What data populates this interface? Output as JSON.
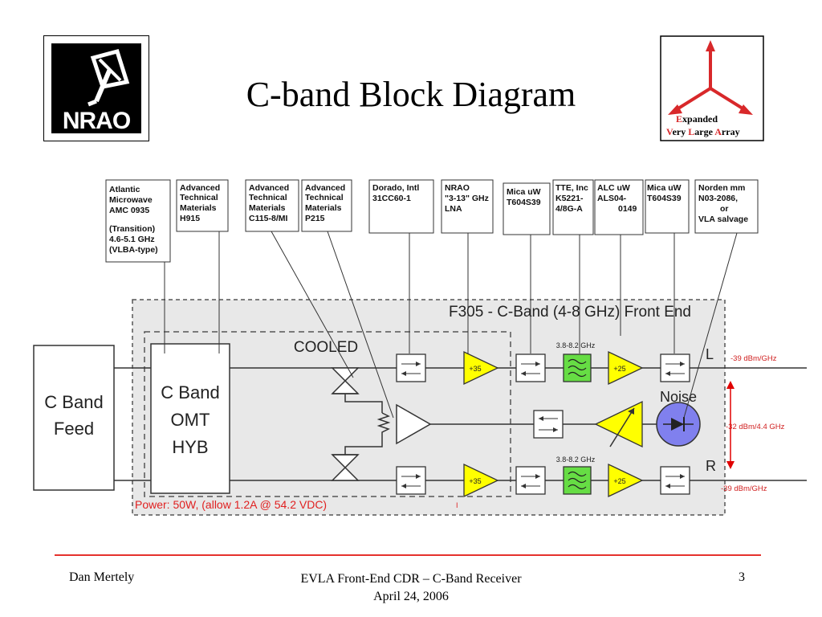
{
  "title": "C-band Block Diagram",
  "logos": {
    "nrao_text": "NRAO",
    "evla_text": [
      "Expanded",
      "Very Large Array"
    ]
  },
  "component_labels": [
    [
      "Atlantic",
      "Microwave",
      "AMC 0935",
      "(Transition)",
      "4.6-5.1 GHz",
      "(VLBA-type)"
    ],
    [
      "Advanced",
      "Technical",
      "Materials",
      "H915"
    ],
    [
      "Advanced",
      "Technical",
      "Materials",
      "C115-8/MI"
    ],
    [
      "Advanced",
      "Technical",
      "Materials",
      "P215"
    ],
    [
      "Dorado, Intl",
      "31CC60-1"
    ],
    [
      "NRAO",
      "\"3-13\" GHz",
      "LNA"
    ],
    [
      "Mica uW",
      "T604S39"
    ],
    [
      "TTE, Inc",
      "K5221-",
      "4/8G-A"
    ],
    [
      "ALC uW",
      "ALS04-",
      "0149"
    ],
    [
      "Mica uW",
      "T604S39"
    ],
    [
      "Norden mm",
      "N03-2086,",
      "or",
      "VLA salvage"
    ]
  ],
  "diagram": {
    "front_end_title": "F305 - C-Band (4-8 GHz) Front End",
    "cooled_label": "COOLED",
    "feed_label": [
      "C Band",
      "Feed"
    ],
    "omt_label": [
      "C Band",
      "OMT",
      "HYB"
    ],
    "noise_label": "Noise",
    "pol_top": "L",
    "pol_bottom": "R",
    "amp_gain_cold": "+35",
    "amp_gain_warm": "+25",
    "filter_top": "3.8-8.2 GHz",
    "filter_bottom": "3.8-8.2 GHz",
    "level_top": "-39 dBm/GHz",
    "level_mid": "-32 dBm/4.4 GHz",
    "level_bottom": "-39 dBm/GHz",
    "power_note": "Power: 50W,  (allow 1.2A @ 54.2 VDC)",
    "tick_mark": "I"
  },
  "footer": {
    "author": "Dan Mertely",
    "event": "EVLA Front-End CDR – C-Band Receiver",
    "date": "April 24, 2006",
    "page": "3"
  },
  "colors": {
    "amp_fill": "#ffff00",
    "filter_fill": "#66dd44",
    "noise_fill": "#8080ee",
    "accent_red": "#e5322d",
    "level_text": "#d02020"
  }
}
